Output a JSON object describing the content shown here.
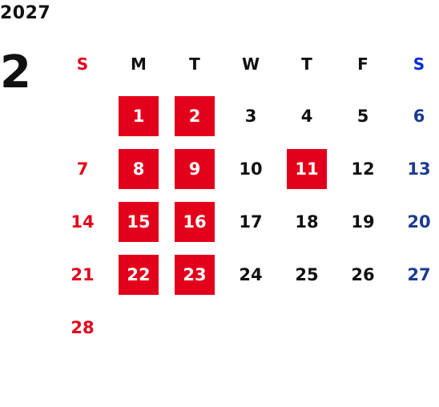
{
  "year": "2027",
  "month": "2",
  "weekdays": [
    "S",
    "M",
    "T",
    "W",
    "T",
    "F",
    "S"
  ],
  "weeks": [
    [
      "",
      "1",
      "2",
      "3",
      "4",
      "5",
      "6"
    ],
    [
      "7",
      "8",
      "9",
      "10",
      "11",
      "12",
      "13"
    ],
    [
      "14",
      "15",
      "16",
      "17",
      "18",
      "19",
      "20"
    ],
    [
      "21",
      "22",
      "23",
      "24",
      "25",
      "26",
      "27"
    ],
    [
      "28",
      "",
      "",
      "",
      "",
      "",
      ""
    ]
  ],
  "highlighted_days": [
    "1",
    "2",
    "8",
    "9",
    "11",
    "15",
    "16",
    "22",
    "23"
  ],
  "colors": {
    "sunday": "#e3001b",
    "saturday_header": "#0a2bd6",
    "saturday": "#1c3b8e",
    "highlight_background": "#e3001b",
    "highlight_text": "#ffffff",
    "default_text": "#111111"
  }
}
